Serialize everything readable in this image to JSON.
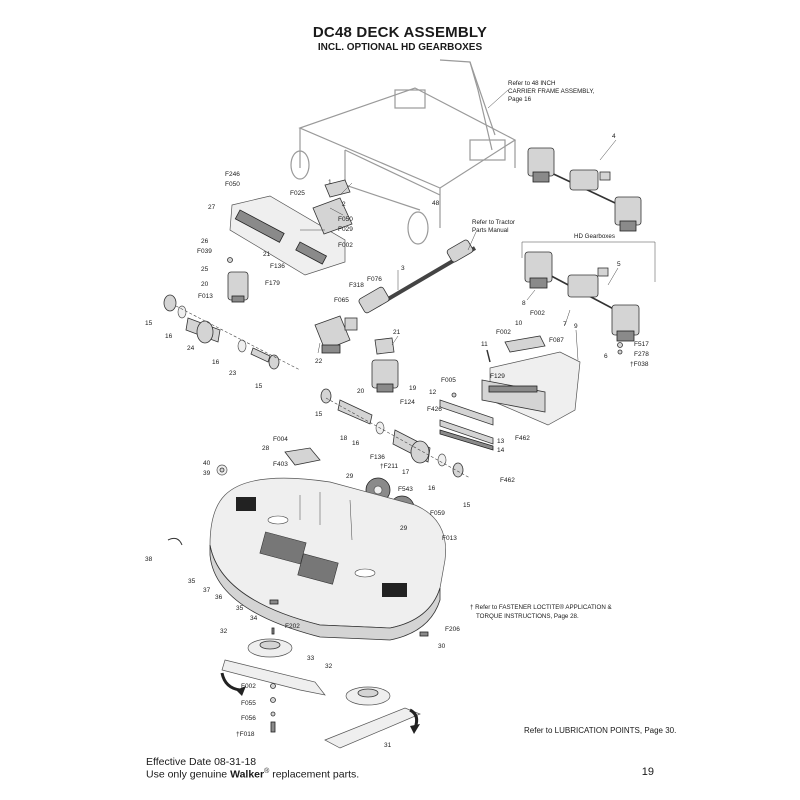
{
  "header": {
    "title": "DC48 DECK ASSEMBLY",
    "subtitle": "INCL. OPTIONAL HD GEARBOXES"
  },
  "notes": {
    "carrier_line1": "Refer to 48 INCH",
    "carrier_line2": "CARRIER FRAME ASSEMBLY,",
    "carrier_line3": "Page 16",
    "tractor_line1": "Refer to Tractor",
    "tractor_line2": "Parts Manual",
    "hd_gearboxes": "HD Gearboxes",
    "loctite_line1": "† Refer to FASTENER LOCTITE® APPLICATION &",
    "loctite_line2": "TORQUE INSTRUCTIONS, Page 28.",
    "frame_badge": "48"
  },
  "labels": [
    {
      "id": "1",
      "text": "1"
    },
    {
      "id": "2",
      "text": "2"
    },
    {
      "id": "3",
      "text": "3"
    },
    {
      "id": "4",
      "text": "4"
    },
    {
      "id": "5",
      "text": "5"
    },
    {
      "id": "6",
      "text": "6"
    },
    {
      "id": "7",
      "text": "7"
    },
    {
      "id": "8",
      "text": "8"
    },
    {
      "id": "9",
      "text": "9"
    },
    {
      "id": "10",
      "text": "10"
    },
    {
      "id": "11",
      "text": "11"
    },
    {
      "id": "12",
      "text": "12"
    },
    {
      "id": "13",
      "text": "13"
    },
    {
      "id": "14",
      "text": "14"
    },
    {
      "id": "15a",
      "text": "15"
    },
    {
      "id": "15b",
      "text": "15"
    },
    {
      "id": "15c",
      "text": "15"
    },
    {
      "id": "15d",
      "text": "15"
    },
    {
      "id": "16a",
      "text": "16"
    },
    {
      "id": "16b",
      "text": "16"
    },
    {
      "id": "16c",
      "text": "16"
    },
    {
      "id": "16d",
      "text": "16"
    },
    {
      "id": "17",
      "text": "17"
    },
    {
      "id": "18",
      "text": "18"
    },
    {
      "id": "19",
      "text": "19"
    },
    {
      "id": "20a",
      "text": "20"
    },
    {
      "id": "20b",
      "text": "20"
    },
    {
      "id": "21a",
      "text": "21"
    },
    {
      "id": "21b",
      "text": "21"
    },
    {
      "id": "22",
      "text": "22"
    },
    {
      "id": "23",
      "text": "23"
    },
    {
      "id": "24",
      "text": "24"
    },
    {
      "id": "25",
      "text": "25"
    },
    {
      "id": "26",
      "text": "26"
    },
    {
      "id": "27",
      "text": "27"
    },
    {
      "id": "28",
      "text": "28"
    },
    {
      "id": "29a",
      "text": "29"
    },
    {
      "id": "29b",
      "text": "29"
    },
    {
      "id": "30",
      "text": "30"
    },
    {
      "id": "31",
      "text": "31"
    },
    {
      "id": "32a",
      "text": "32"
    },
    {
      "id": "32b",
      "text": "32"
    },
    {
      "id": "33",
      "text": "33"
    },
    {
      "id": "34",
      "text": "34"
    },
    {
      "id": "35a",
      "text": "35"
    },
    {
      "id": "35b",
      "text": "35"
    },
    {
      "id": "36",
      "text": "36"
    },
    {
      "id": "37",
      "text": "37"
    },
    {
      "id": "38",
      "text": "38"
    },
    {
      "id": "39",
      "text": "39"
    },
    {
      "id": "40",
      "text": "40"
    },
    {
      "id": "F246",
      "text": "F246"
    },
    {
      "id": "F050a",
      "text": "F050"
    },
    {
      "id": "F025",
      "text": "F025"
    },
    {
      "id": "F050b",
      "text": "F050"
    },
    {
      "id": "F029",
      "text": "F029"
    },
    {
      "id": "F002a",
      "text": "F002"
    },
    {
      "id": "F039",
      "text": "F039"
    },
    {
      "id": "F136a",
      "text": "F136"
    },
    {
      "id": "F179",
      "text": "F179"
    },
    {
      "id": "F013a",
      "text": "F013"
    },
    {
      "id": "F076",
      "text": "F076"
    },
    {
      "id": "F318",
      "text": "F318"
    },
    {
      "id": "F065",
      "text": "F065"
    },
    {
      "id": "F002b",
      "text": "F002"
    },
    {
      "id": "F002c",
      "text": "F002"
    },
    {
      "id": "F087",
      "text": "F087"
    },
    {
      "id": "F517",
      "text": "F517"
    },
    {
      "id": "F278",
      "text": "F278"
    },
    {
      "id": "F038",
      "text": "†F038"
    },
    {
      "id": "F129",
      "text": "F129"
    },
    {
      "id": "F005",
      "text": "F005"
    },
    {
      "id": "F426",
      "text": "F426"
    },
    {
      "id": "F124",
      "text": "F124"
    },
    {
      "id": "F462a",
      "text": "F462"
    },
    {
      "id": "F462b",
      "text": "F462"
    },
    {
      "id": "F004",
      "text": "F004"
    },
    {
      "id": "F403",
      "text": "F403"
    },
    {
      "id": "F136b",
      "text": "F136"
    },
    {
      "id": "F211",
      "text": "†F211"
    },
    {
      "id": "F543",
      "text": "F543"
    },
    {
      "id": "F059",
      "text": "F059"
    },
    {
      "id": "F013b",
      "text": "F013"
    },
    {
      "id": "F202",
      "text": "F202"
    },
    {
      "id": "F206",
      "text": "F206"
    },
    {
      "id": "F002d",
      "text": "F002"
    },
    {
      "id": "F055",
      "text": "F055"
    },
    {
      "id": "F056",
      "text": "F056"
    },
    {
      "id": "F018",
      "text": "†F018"
    }
  ],
  "footer": {
    "effective_date": "Effective Date 08-31-18",
    "use_prefix": "Use only genuine ",
    "brand": "Walker",
    "reg": "®",
    "use_suffix": " replacement parts.",
    "lubrication": "Refer to LUBRICATION POINTS, Page 30.",
    "page_number": "19"
  }
}
